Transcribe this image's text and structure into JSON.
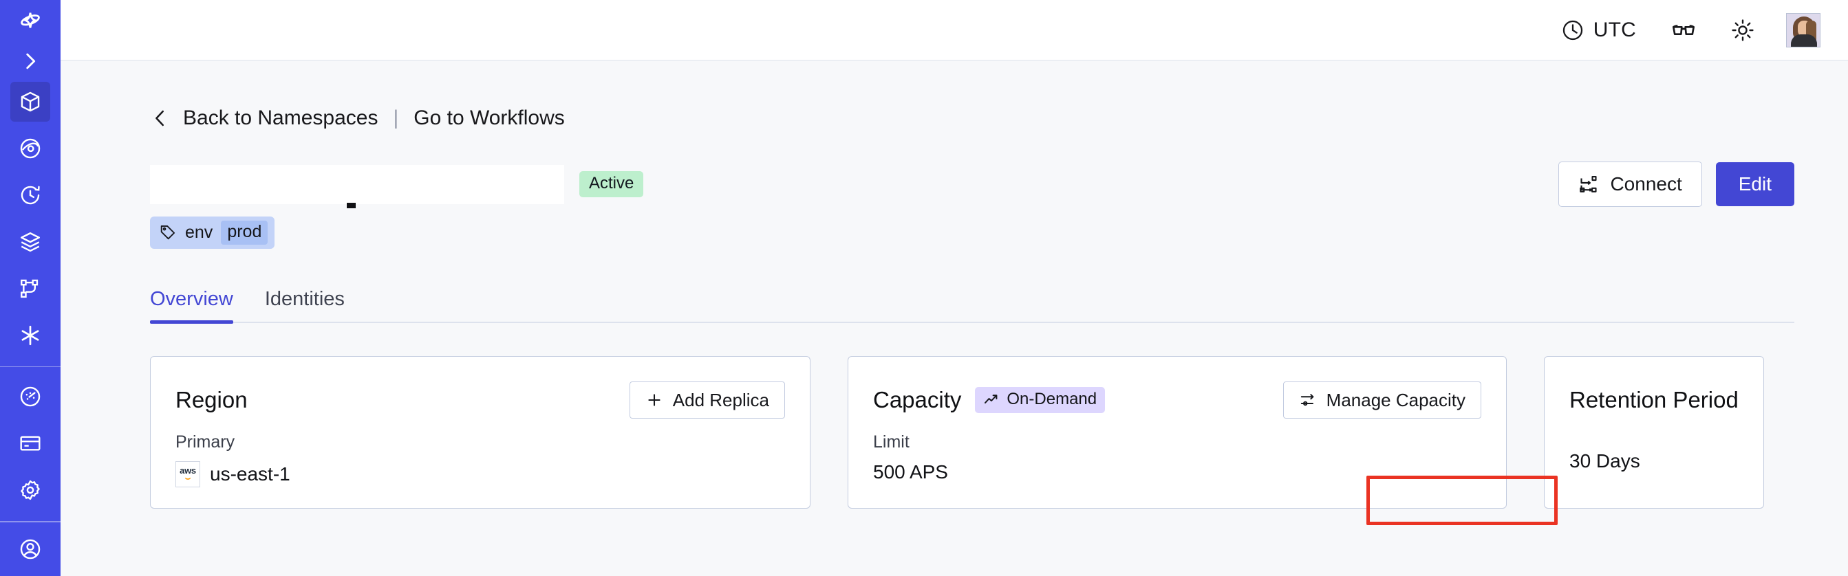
{
  "sidebar": {
    "logo_icon": "temporal-compass-logo-icon",
    "expand_icon": "chevron-right-icon",
    "items": [
      {
        "name": "namespaces",
        "icon": "cube-icon",
        "active": true
      },
      {
        "name": "observability",
        "icon": "eye-icon",
        "active": false
      },
      {
        "name": "schedules",
        "icon": "clock-history-icon",
        "active": false
      },
      {
        "name": "batch-operations",
        "icon": "layers-icon",
        "active": false
      },
      {
        "name": "workflows",
        "icon": "git-branch-icon",
        "active": false
      },
      {
        "name": "nexus",
        "icon": "asterisk-icon",
        "active": false
      }
    ],
    "items_secondary": [
      {
        "name": "usage",
        "icon": "gauge-icon",
        "active": false
      },
      {
        "name": "billing",
        "icon": "credit-card-icon",
        "active": false
      },
      {
        "name": "settings",
        "icon": "gear-icon",
        "active": false
      }
    ],
    "items_footer": [
      {
        "name": "account",
        "icon": "user-circle-icon",
        "active": false
      }
    ]
  },
  "topbar": {
    "timezone_label": "UTC",
    "timezone_icon": "clock-icon",
    "reading_icon": "glasses-icon",
    "theme_icon": "sun-icon",
    "avatar_name": "user-avatar"
  },
  "breadcrumb": {
    "back_icon": "chevron-left-icon",
    "back_label": "Back to Namespaces",
    "separator": "|",
    "link_label": "Go to Workflows"
  },
  "header": {
    "namespace_title": "",
    "status_badge": "Active",
    "connect_label": "Connect",
    "connect_icon": "connect-nodes-icon",
    "edit_label": "Edit",
    "tag": {
      "icon": "tag-icon",
      "key": "env",
      "value": "prod"
    }
  },
  "tabs": [
    {
      "label": "Overview",
      "active": true
    },
    {
      "label": "Identities",
      "active": false
    }
  ],
  "cards": {
    "region": {
      "title": "Region",
      "action_label": "Add Replica",
      "action_icon": "plus-icon",
      "label": "Primary",
      "provider_icon": "aws-logo-icon",
      "provider_text": "aws",
      "value": "us-east-1"
    },
    "capacity": {
      "title": "Capacity",
      "badge_label": "On-Demand",
      "badge_icon": "trending-up-icon",
      "action_label": "Manage Capacity",
      "action_icon": "sliders-icon",
      "label": "Limit",
      "value": "500 APS"
    },
    "retention": {
      "title": "Retention Period",
      "value": "30 Days"
    }
  },
  "annotation": {
    "target": "manage-capacity-button",
    "color": "#ea3323"
  },
  "colors": {
    "sidebar_bg": "#444ce7",
    "accent": "#4347d4",
    "page_bg": "#f7f8fa",
    "status_active_bg": "#bdefcd",
    "badge_purple_bg": "#ddd6fe",
    "tag_bg": "#c3d3f8",
    "annotation_red": "#ea3323"
  }
}
